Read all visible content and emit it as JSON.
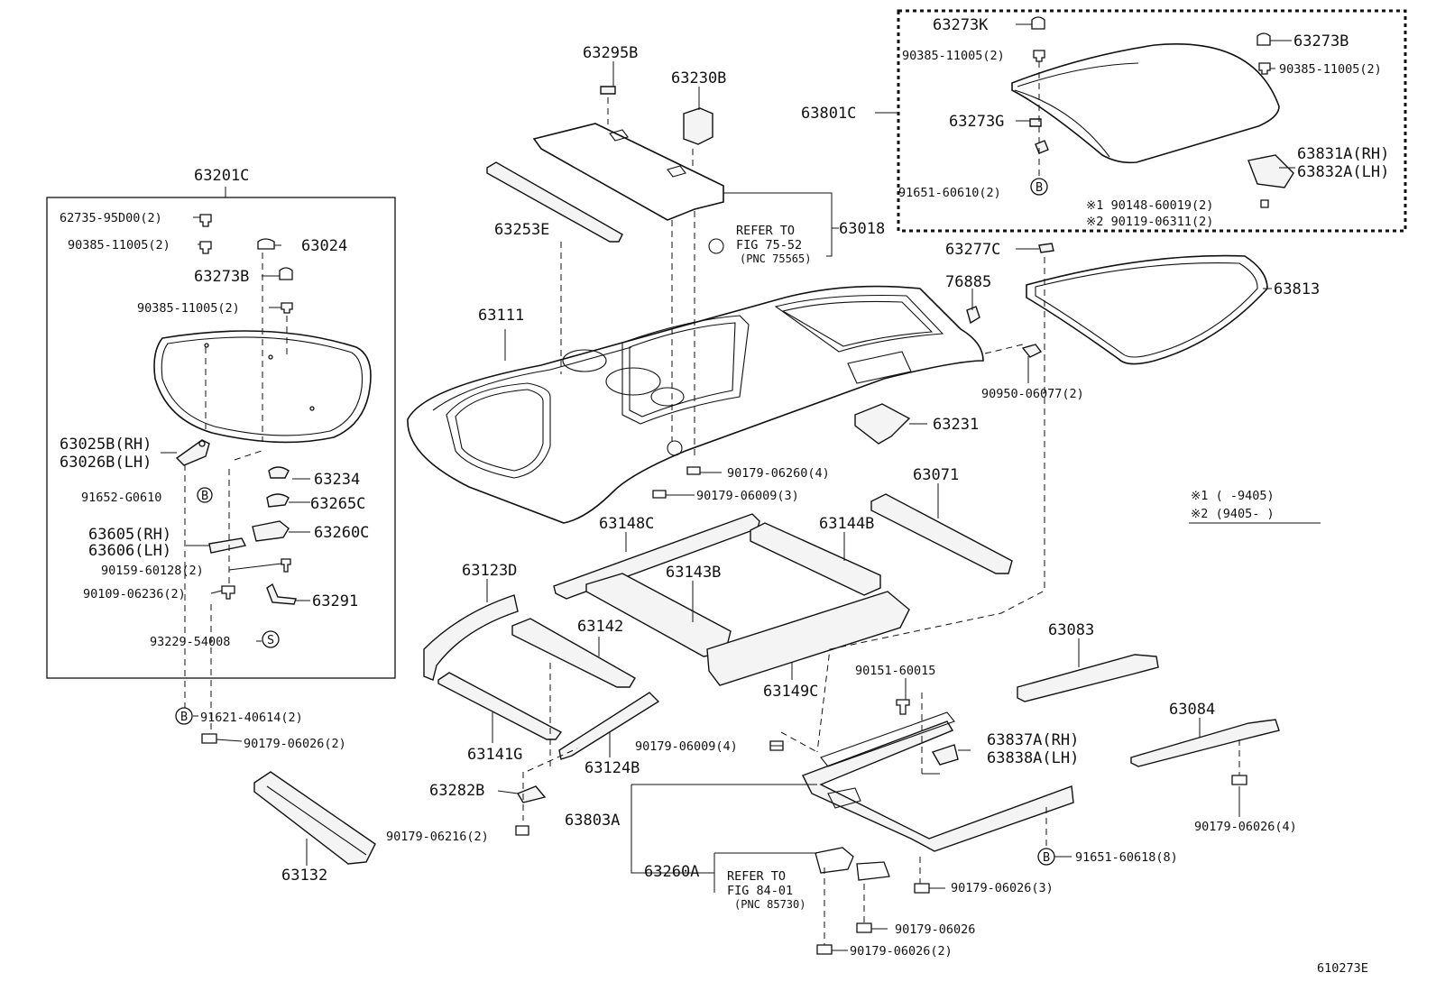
{
  "figure_id": "610273E",
  "labels": {
    "p63201C": "63201C",
    "p62735": "62735-95D00(2)",
    "p90385a": "90385-11005(2)",
    "p63024": "63024",
    "p63273B_l": "63273B",
    "p90385b": "90385-11005(2)",
    "p63025B": "63025B(RH)",
    "p63026B": "63026B(LH)",
    "p91652": "91652-G0610",
    "p63234": "63234",
    "p63265C": "63265C",
    "p63260C": "63260C",
    "p63605": "63605(RH)",
    "p63606": "63606(LH)",
    "p90159": "90159-60128(2)",
    "p90109": "90109-06236(2)",
    "p63291": "63291",
    "p93229": "93229-54008",
    "p91621": "91621-40614(2)",
    "p90179_06026_2a": "90179-06026(2)",
    "p63132": "63132",
    "p63295B": "63295B",
    "p63230B": "63230B",
    "p63253E": "63253E",
    "p63018": "63018",
    "refer1_a": "REFER TO",
    "refer1_b": "FIG 75-52",
    "refer1_c": "(PNC 75565)",
    "p63111": "63111",
    "p90179_06260": "90179-06260(4)",
    "p90179_06009_3": "90179-06009(3)",
    "p63148C": "63148C",
    "p63144B": "63144B",
    "p63143B": "63143B",
    "p63123D": "63123D",
    "p63142": "63142",
    "p63141G": "63141G",
    "p63124B": "63124B",
    "p63149C": "63149C",
    "p63282B": "63282B",
    "p90179_06216": "90179-06216(2)",
    "p63803A": "63803A",
    "p63260A": "63260A",
    "refer2_a": "REFER TO",
    "refer2_b": "FIG 84-01",
    "refer2_c": "(PNC 85730)",
    "p90179_06009_4": "90179-06009(4)",
    "p90151": "90151-60015",
    "p63837A": "63837A(RH)",
    "p63838A": "63838A(LH)",
    "p90179_06026_3": "90179-06026(3)",
    "p90179_06026": "90179-06026",
    "p90179_06026_2b": "90179-06026(2)",
    "p91651_60618": "91651-60618(8)",
    "p63083": "63083",
    "p63084": "63084",
    "p90179_06026_4": "90179-06026(4)",
    "p63231": "63231",
    "p63071": "63071",
    "p90950": "90950-06077(2)",
    "p76885": "76885",
    "p63277C": "63277C",
    "p63813": "63813",
    "p63801C": "63801C",
    "p63273K": "63273K",
    "p90385c": "90385-11005(2)",
    "p63273B_r": "63273B",
    "p90385d": "90385-11005(2)",
    "p63273G": "63273G",
    "p63831A": "63831A(RH)",
    "p63832A": "63832A(LH)",
    "p91651_60610": "91651-60610(2)",
    "note1": "※1 90148-60019(2)",
    "note2": "※2 90119-06311(2)",
    "legend1": "※1 (    -9405)",
    "legend2": "※2 (9405-    )",
    "markerB": "B",
    "markerS": "S"
  },
  "colors": {
    "ink": "#111111",
    "paper": "#ffffff"
  }
}
